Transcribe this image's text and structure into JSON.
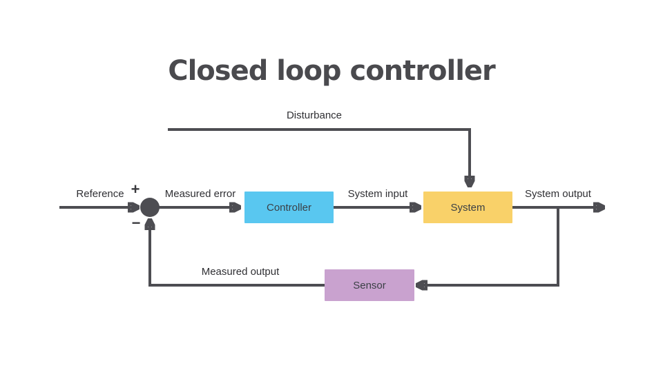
{
  "title": "Closed loop controller",
  "labels": {
    "disturbance": "Disturbance",
    "reference": "Reference",
    "measured_error": "Measured error",
    "system_input": "System input",
    "system_output": "System output",
    "measured_output": "Measured output",
    "plus": "+",
    "minus": "−"
  },
  "blocks": {
    "controller": {
      "label": "Controller",
      "color": "#59c7f0"
    },
    "system": {
      "label": "System",
      "color": "#f9d169"
    },
    "sensor": {
      "label": "Sensor",
      "color": "#c9a2cf"
    }
  },
  "colors": {
    "line": "#4d4d52",
    "text": "#2f2f33",
    "title": "#4a4a4e",
    "background": "#ffffff"
  }
}
